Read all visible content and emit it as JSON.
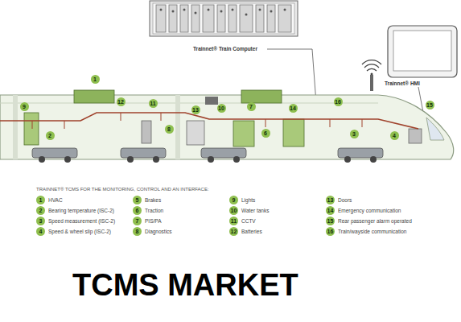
{
  "diagram": {
    "title": "TCMS MARKET",
    "labels": [
      "Trainnet® Train Computer",
      "Trainnet® HMI",
      "TRAINNET® TCMS FOR THE MONITORING, CONTROL AND AN INTERFACE:",
      "1",
      "HVAC",
      "2",
      "Bearing temperature (ISC-2)",
      "3",
      "Speed measurement (ISC-2)",
      "4",
      "Speed & wheel slip (ISC-2)",
      "5",
      "Brakes",
      "6",
      "Traction",
      "7",
      "PIS/PA",
      "8",
      "Diagnostics",
      "9",
      "Lights",
      "10",
      "Water tanks",
      "11",
      "CCTV",
      "12",
      "Batteries",
      "13",
      "Doors",
      "14",
      "Emergency communication",
      "15",
      "Rear passenger alarm operated",
      "16",
      "Train/wayside communication",
      "9",
      "1",
      "2",
      "12",
      "11",
      "8",
      "13",
      "10",
      "7",
      "6",
      "14",
      "16",
      "3",
      "4",
      "15"
    ]
  }
}
